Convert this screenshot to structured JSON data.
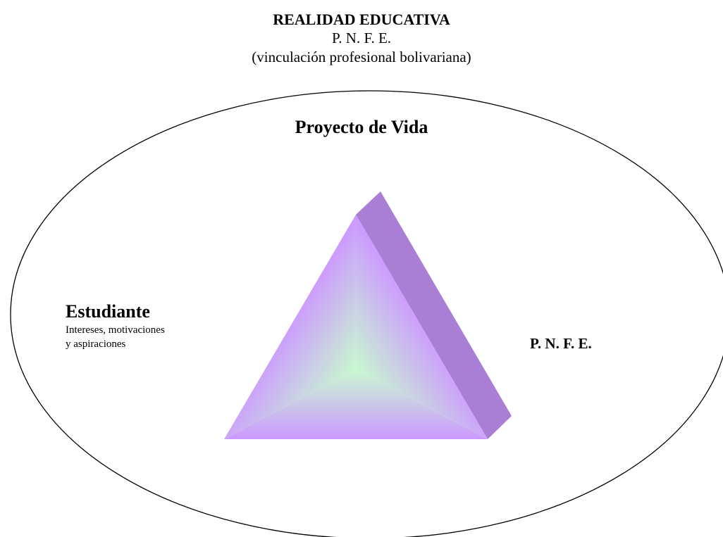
{
  "header": {
    "title": "REALIDAD EDUCATIVA",
    "subtitle": "P. N. F. E.",
    "note": "(vinculación profesional bolivariana)"
  },
  "ellipse": {
    "label": "Proyecto de Vida"
  },
  "student": {
    "name": "Estudiante",
    "description_line1": "Intereses, motivaciones",
    "description_line2": "y aspiraciones"
  },
  "program": {
    "label": "P. N. F. E."
  },
  "colors": {
    "triangle_edge": "#cc99ff",
    "triangle_center": "#c8f8d0",
    "triangle_side": "#a97fd6",
    "outline": "#000000"
  }
}
